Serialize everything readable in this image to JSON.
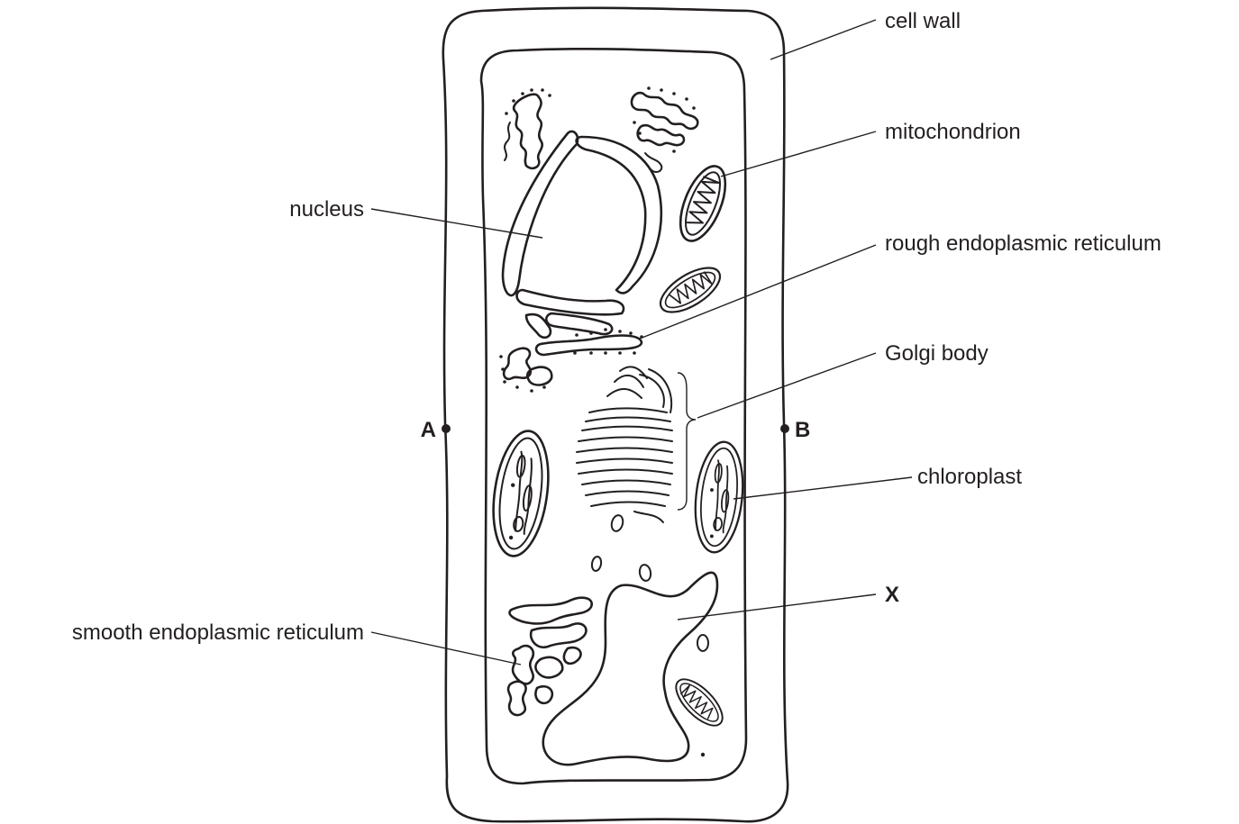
{
  "labels": {
    "cell_wall": "cell wall",
    "mitochondrion": "mitochondrion",
    "nucleus": "nucleus",
    "rough_er": "rough endoplasmic reticulum",
    "golgi": "Golgi body",
    "chloroplast": "chloroplast",
    "x": "X",
    "smooth_er": "smooth endoplasmic reticulum",
    "point_a": "A",
    "point_b": "B"
  }
}
